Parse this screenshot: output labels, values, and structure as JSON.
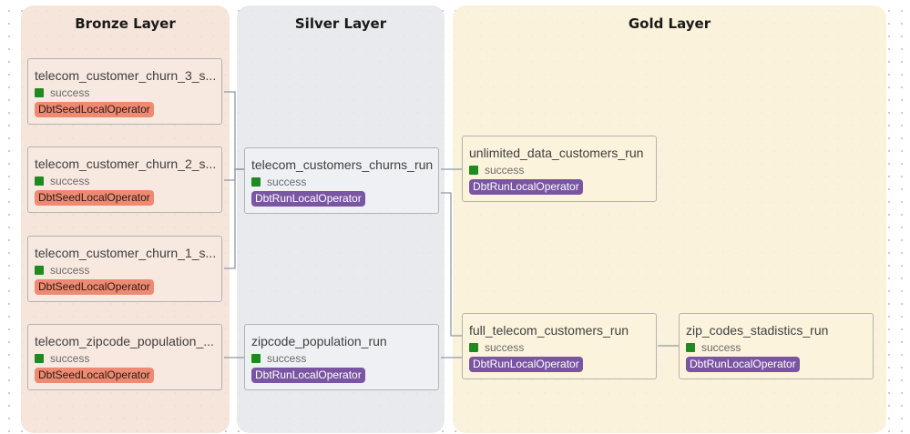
{
  "layers": {
    "bronze": {
      "title": "Bronze Layer"
    },
    "silver": {
      "title": "Silver Layer"
    },
    "gold": {
      "title": "Gold Layer"
    }
  },
  "status_label": "success",
  "colors": {
    "success": "#1f8a1f",
    "seed_operator": "#ee8a72",
    "run_operator": "#7a55a3"
  },
  "nodes": [
    {
      "id": "churn3",
      "name": "telecom_customer_churn_3_s...",
      "status": "success",
      "operator": "DbtSeedLocalOperator"
    },
    {
      "id": "churn2",
      "name": "telecom_customer_churn_2_s...",
      "status": "success",
      "operator": "DbtSeedLocalOperator"
    },
    {
      "id": "churn1",
      "name": "telecom_customer_churn_1_s...",
      "status": "success",
      "operator": "DbtSeedLocalOperator"
    },
    {
      "id": "zippop_seed",
      "name": "telecom_zipcode_population_...",
      "status": "success",
      "operator": "DbtSeedLocalOperator"
    },
    {
      "id": "churns_run",
      "name": "telecom_customers_churns_run",
      "status": "success",
      "operator": "DbtRunLocalOperator"
    },
    {
      "id": "zippop_run",
      "name": "zipcode_population_run",
      "status": "success",
      "operator": "DbtRunLocalOperator"
    },
    {
      "id": "unlimited",
      "name": "unlimited_data_customers_run",
      "status": "success",
      "operator": "DbtRunLocalOperator"
    },
    {
      "id": "full",
      "name": "full_telecom_customers_run",
      "status": "success",
      "operator": "DbtRunLocalOperator"
    },
    {
      "id": "stats",
      "name": "zip_codes_stadistics_run",
      "status": "success",
      "operator": "DbtRunLocalOperator"
    }
  ],
  "edges": [
    [
      "churn3",
      "churns_run"
    ],
    [
      "churn2",
      "churns_run"
    ],
    [
      "churn1",
      "churns_run"
    ],
    [
      "zippop_seed",
      "zippop_run"
    ],
    [
      "churns_run",
      "unlimited"
    ],
    [
      "churns_run",
      "full"
    ],
    [
      "zippop_run",
      "full"
    ],
    [
      "full",
      "stats"
    ]
  ]
}
